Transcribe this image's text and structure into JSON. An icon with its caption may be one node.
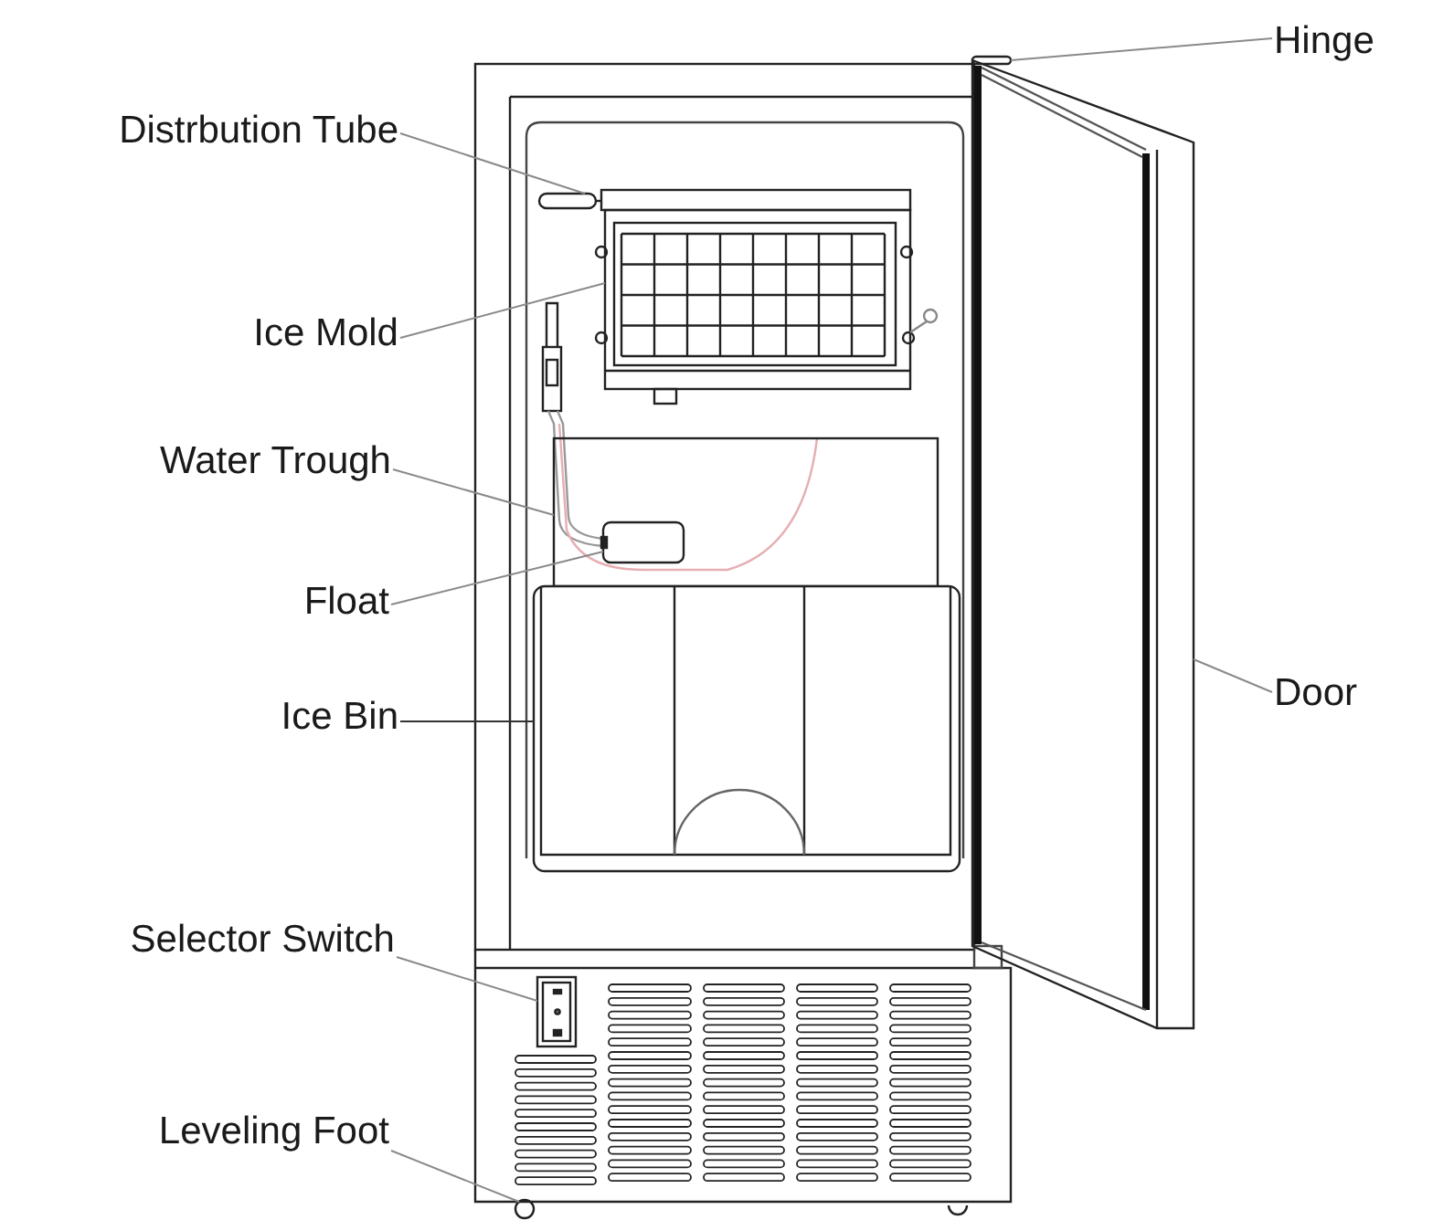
{
  "diagram": {
    "nodes": [
      {
        "text": [
          "Hinge"
        ]
      },
      {
        "text": [
          "Distrbution Tube"
        ]
      },
      {
        "text": [
          "Ice Mold"
        ]
      },
      {
        "text": [
          "Water Trough"
        ]
      },
      {
        "text": [
          "Float"
        ]
      },
      {
        "text": [
          "Door"
        ]
      },
      {
        "text": [
          "Ice Bin"
        ]
      },
      {
        "text": [
          "Selector Switch"
        ]
      },
      {
        "text": [
          "Leveling Foot"
        ]
      },
      {
        "text": [],
        "shape": "bar"
      },
      {
        "text": [],
        "shape": "bar"
      },
      {
        "text": [],
        "shape": "box"
      },
      {
        "text": [],
        "shape": "box"
      },
      {
        "text": [],
        "shape": "box",
        "in": 12
      },
      {
        "text": [],
        "shape": "box"
      },
      {
        "text": [],
        "shape": "box"
      },
      {
        "text": [],
        "shape": "box"
      },
      {
        "text": [],
        "shape": "circle"
      }
    ],
    "edges": [
      {
        "from": 0,
        "to": 9,
        "arrow": "none"
      },
      {
        "from": 1,
        "to": 10,
        "arrow": "none"
      },
      {
        "from": 2,
        "to": 11,
        "arrow": "none"
      },
      {
        "from": 3,
        "to": 12,
        "arrow": "none"
      },
      {
        "from": 4,
        "to": 13,
        "arrow": "none"
      },
      {
        "from": 5,
        "to": 14,
        "arrow": "none"
      },
      {
        "from": 6,
        "to": 15,
        "arrow": "none",
        "color": "#333333"
      },
      {
        "from": 7,
        "to": 16,
        "arrow": "none"
      },
      {
        "from": 8,
        "to": 17,
        "arrow": "none"
      }
    ]
  }
}
